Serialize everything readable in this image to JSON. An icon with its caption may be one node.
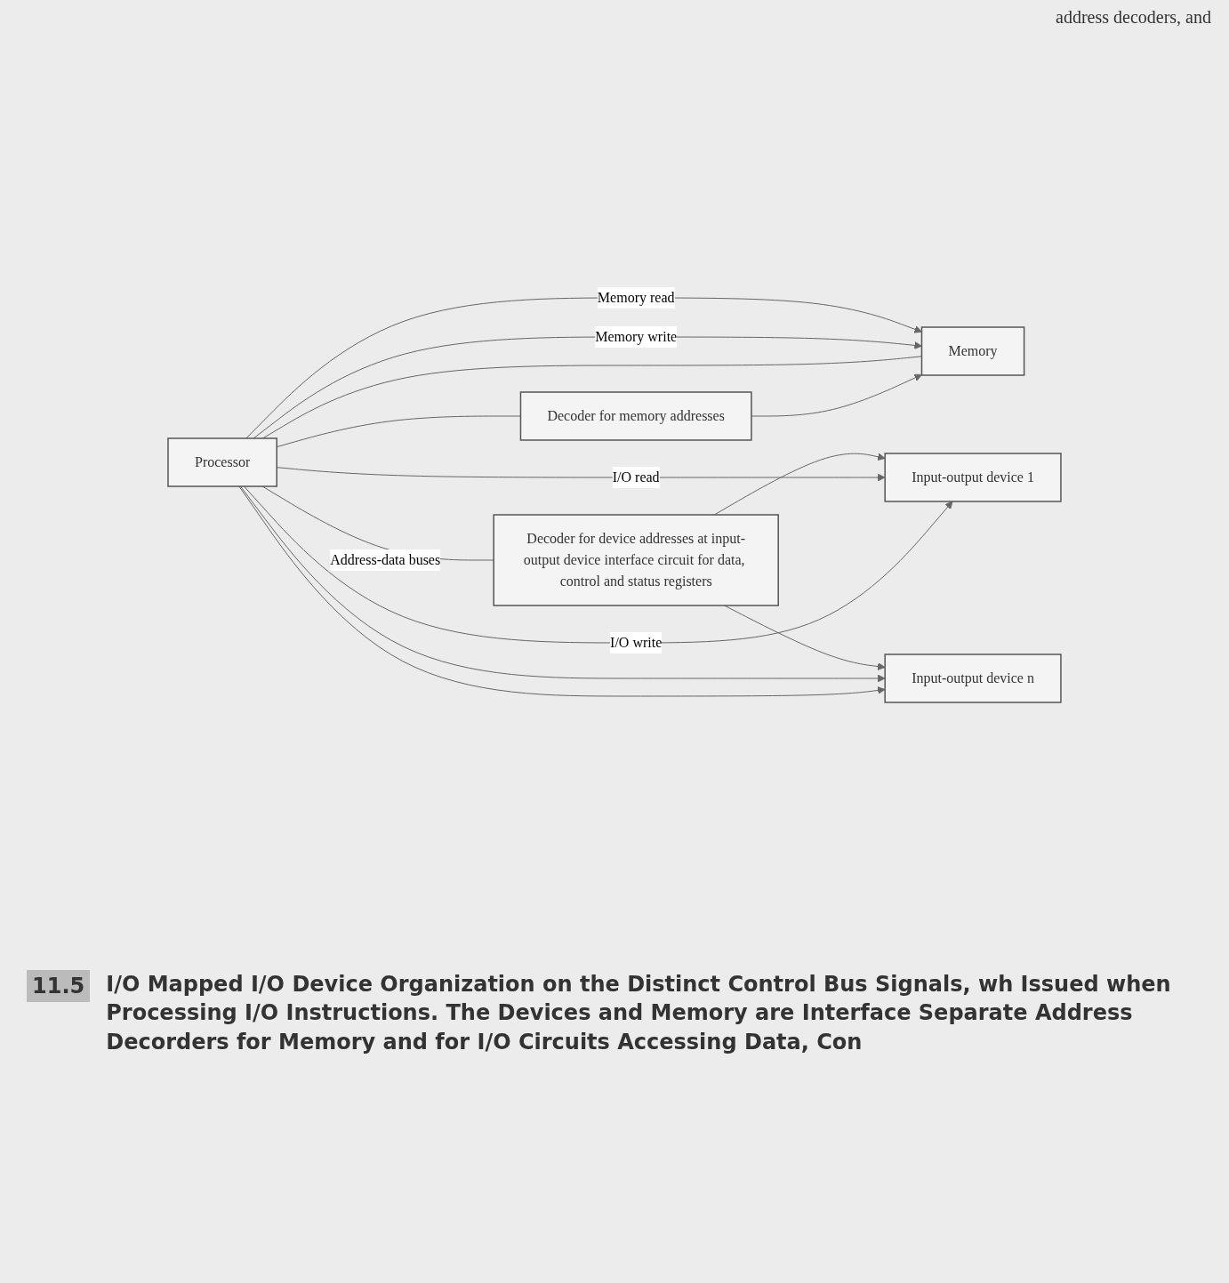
{
  "diagram": {
    "caption": "I/O Mapped I/O Device Organization on the Distinct Control Bus Signals, wh Issued when Processing I/O Instructions. The Devices and Memory are Interface Separate Address Decorders for Memory and for I/O Circuits Accessing Data, Con",
    "nodes": [
      {
        "text": [
          "Processor"
        ]
      },
      {
        "text": [
          "Decoder for memory addresses"
        ]
      },
      {
        "text": [
          "Memory"
        ]
      },
      {
        "text": [
          "Decoder for device addresses at input-output device interface circuit for data, control and status registers"
        ]
      },
      {
        "text": [
          "Input-output device 1"
        ]
      },
      {
        "text": [
          "Input-output device n"
        ]
      }
    ],
    "edges": [
      {
        "from": 0,
        "to": 2,
        "arrow": "to",
        "label": "Memory read"
      },
      {
        "from": 0,
        "to": 2,
        "arrow": "to",
        "label": "Memory write"
      },
      {
        "from": 0,
        "to": 1,
        "arrow": "none"
      },
      {
        "from": 0,
        "to": 2,
        "arrow": "none"
      },
      {
        "from": 0,
        "to": 3,
        "arrow": "none",
        "label": "Address-data buses"
      },
      {
        "from": 1,
        "to": 2,
        "arrow": "to"
      },
      {
        "from": 3,
        "to": 4,
        "arrow": "to"
      },
      {
        "from": 3,
        "to": 5,
        "arrow": "to"
      },
      {
        "from": 0,
        "to": 4,
        "arrow": "to",
        "label": "I/O read"
      },
      {
        "from": 0,
        "to": 5,
        "arrow": "to"
      },
      {
        "from": 0,
        "to": 4,
        "arrow": "to",
        "label": "I/O write"
      },
      {
        "from": 0,
        "to": 5,
        "arrow": "to"
      }
    ],
    "labels": [
      "address decoders, and",
      "11.5"
    ]
  }
}
